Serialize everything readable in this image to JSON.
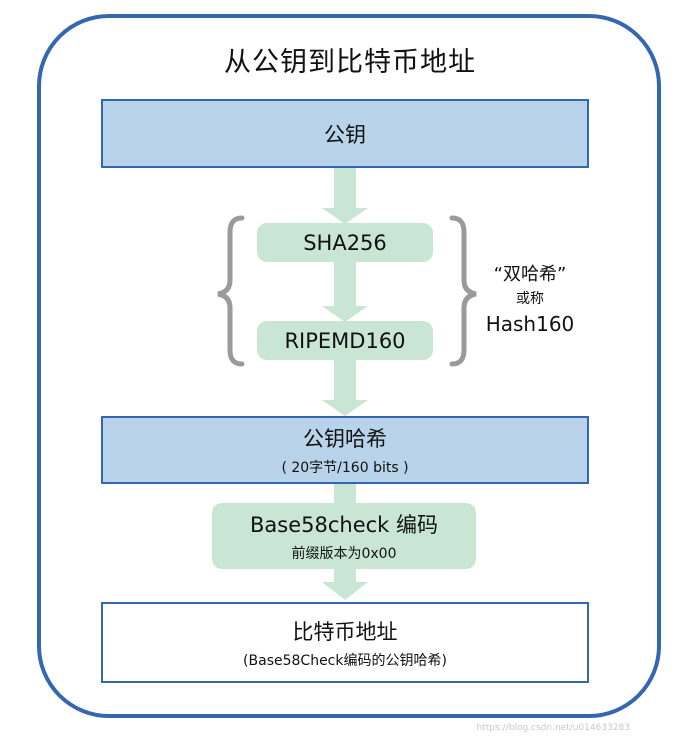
{
  "title": "从公钥到比特币地址",
  "nodes": {
    "public_key": {
      "label": "公钥"
    },
    "sha256": {
      "label": "SHA256"
    },
    "ripemd160": {
      "label": "RIPEMD160"
    },
    "pubkey_hash": {
      "label": "公钥哈希",
      "sub": "( 20字节/160 bits )"
    },
    "base58": {
      "label": "Base58check 编码",
      "sub": "前缀版本为0x00"
    },
    "address": {
      "label": "比特币地址",
      "sub": "(Base58Check编码的公钥哈希)"
    }
  },
  "double_hash_note": {
    "quote": "“双哈希”",
    "or": "或称",
    "name": "Hash160"
  },
  "watermark": "https://blog.csdn.net/u014633283",
  "colors": {
    "frame": "#3467b0",
    "blue_fill": "#b8d3ea",
    "green_fill": "#c9e6d4",
    "arrow": "#c9e6d4",
    "brace": "#9a9a9a"
  }
}
